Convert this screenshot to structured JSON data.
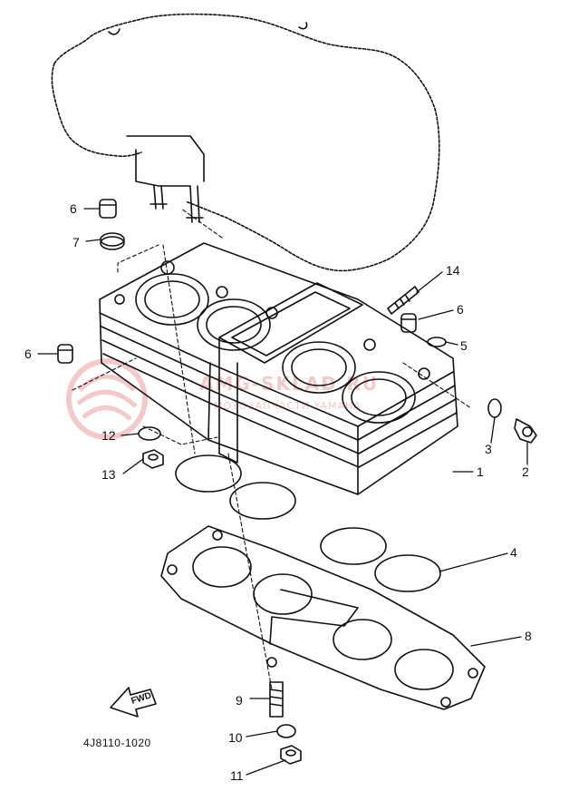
{
  "diagram": {
    "part_code": "4J8110-1020",
    "fwd_label": "FWD",
    "watermark": {
      "brand": "AMG-SKLAD.RU",
      "subtitle": "МОТОЗАПЧАСТИ YAMAHA"
    },
    "callouts": [
      {
        "id": "c1",
        "label": "1",
        "part": "cylinder"
      },
      {
        "id": "c2",
        "label": "2",
        "part": "plug"
      },
      {
        "id": "c3",
        "label": "3",
        "part": "washer"
      },
      {
        "id": "c4",
        "label": "4",
        "part": "o-ring"
      },
      {
        "id": "c5",
        "label": "5",
        "part": "o-ring small"
      },
      {
        "id": "c6a",
        "label": "6",
        "part": "dowel pin"
      },
      {
        "id": "c6b",
        "label": "6",
        "part": "dowel pin"
      },
      {
        "id": "c6c",
        "label": "6",
        "part": "dowel pin"
      },
      {
        "id": "c7",
        "label": "7",
        "part": "o-ring"
      },
      {
        "id": "c8",
        "label": "8",
        "part": "cylinder gasket"
      },
      {
        "id": "c9",
        "label": "9",
        "part": "stud bolt"
      },
      {
        "id": "c10",
        "label": "10",
        "part": "washer"
      },
      {
        "id": "c11",
        "label": "11",
        "part": "nut"
      },
      {
        "id": "c12",
        "label": "12",
        "part": "washer"
      },
      {
        "id": "c13",
        "label": "13",
        "part": "nut"
      },
      {
        "id": "c14",
        "label": "14",
        "part": "stud bolt"
      }
    ]
  }
}
